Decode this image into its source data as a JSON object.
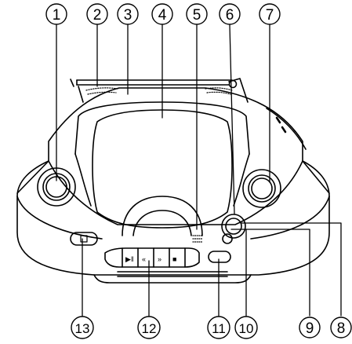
{
  "callouts": [
    {
      "id": "c1",
      "label": "1"
    },
    {
      "id": "c2",
      "label": "2"
    },
    {
      "id": "c3",
      "label": "3"
    },
    {
      "id": "c4",
      "label": "4"
    },
    {
      "id": "c5",
      "label": "5"
    },
    {
      "id": "c6",
      "label": "6"
    },
    {
      "id": "c7",
      "label": "7"
    },
    {
      "id": "c8",
      "label": "8"
    },
    {
      "id": "c9",
      "label": "9"
    },
    {
      "id": "c10",
      "label": "10"
    },
    {
      "id": "c11",
      "label": "11"
    },
    {
      "id": "c12",
      "label": "12"
    },
    {
      "id": "c13",
      "label": "13"
    }
  ],
  "colors": {
    "stroke": "#000000",
    "background": "#ffffff"
  }
}
